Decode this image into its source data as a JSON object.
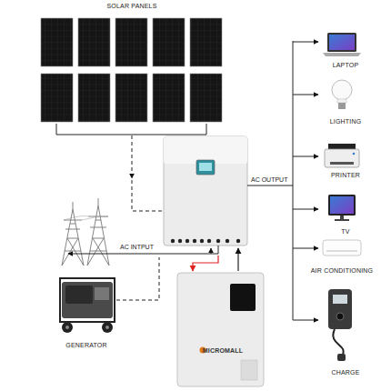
{
  "diagram": {
    "nodes": [
      {
        "text": [
          "SOLAR PANELS"
        ]
      },
      {
        "text": [
          "LAPTOP"
        ]
      },
      {
        "text": [
          "LIGHTING"
        ]
      },
      {
        "text": [
          "PRINTER"
        ]
      },
      {
        "text": [
          "TV"
        ]
      },
      {
        "text": [
          "AIR CONDITIONING"
        ]
      },
      {
        "text": [
          "CHARGE"
        ]
      },
      {
        "text": [
          "GENERATOR"
        ]
      },
      {
        "text": [
          "MICROMALL"
        ]
      }
    ],
    "labels": [
      "AC OUTPUT",
      "AC INTPUT"
    ]
  }
}
